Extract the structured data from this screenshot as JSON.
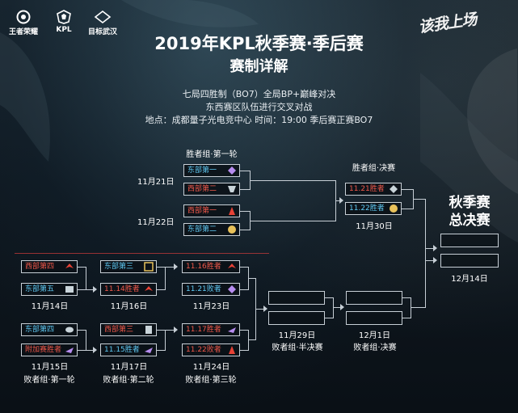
{
  "logos": {
    "honor_of_kings": "王者荣耀",
    "kpl": "KPL",
    "target_wuhan": "目标武汉"
  },
  "calligraphy": "该我上场",
  "title": "2019年KPL秋季赛·季后赛",
  "subtitle": "赛制详解",
  "info": {
    "line1": "七局四胜制（BO7）全局BP+巅峰对决",
    "line2": "东西赛区队伍进行交叉对战",
    "line3": "地点：成都量子光电竞中心 时间：19:00 季后赛正赛BO7"
  },
  "winners_r1": {
    "label": "胜者组·第一轮",
    "match1": {
      "date": "11月21日",
      "team_a": "东部第一",
      "team_b": "西部第二"
    },
    "match2": {
      "date": "11月22日",
      "team_a": "西部第一",
      "team_b": "东部第二"
    }
  },
  "winners_final": {
    "label": "胜者组·决赛",
    "team_a": "11.21胜者",
    "team_b": "11.22胜者",
    "date": "11月30日"
  },
  "grand_final": {
    "title_line1": "秋季赛",
    "title_line2": "总决赛",
    "date": "12月14日"
  },
  "losers_r1": {
    "label": "败者组·第一轮",
    "match1": {
      "date": "11月14日",
      "team_a": "西部第四",
      "team_b": "东部第五"
    },
    "match2": {
      "date": "11月15日",
      "team_a": "东部第四",
      "team_b": "附加赛胜者"
    }
  },
  "losers_r2": {
    "label": "败者组·第二轮",
    "match1": {
      "date": "11月16日",
      "team_a": "东部第三",
      "team_b": "11.14胜者"
    },
    "match2": {
      "date": "11月17日",
      "team_a": "西部第三",
      "team_b": "11.15胜者"
    }
  },
  "losers_r3": {
    "label": "败者组·第三轮",
    "match1": {
      "date": "11月23日",
      "team_a": "11.16胜者",
      "team_b": "11.21败者"
    },
    "match2": {
      "date": "11月24日",
      "team_a": "11.17胜者",
      "team_b": "11.22败者"
    }
  },
  "losers_semi": {
    "label": "败者组·半决赛",
    "date": "11月29日"
  },
  "losers_final": {
    "label": "败者组·决赛",
    "date": "12月1日"
  },
  "colors": {
    "east": "#5fc9f3",
    "west": "#f0584a",
    "line": "#c7cfd6"
  }
}
